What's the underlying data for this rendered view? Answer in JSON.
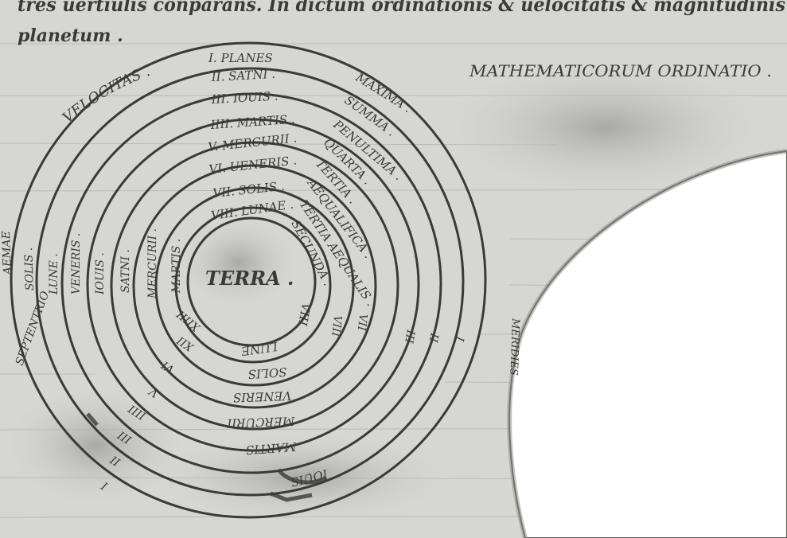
{
  "header": {
    "line1": "tres uertiulis conparans. In dictum ordinationis & uelocitatis & magnitudinis",
    "line2": "planetum ."
  },
  "right_title": "MATHEMATICORUM ORDINATIO .",
  "center_label": "TERRA .",
  "arc_velocitas": "VELOCITAS .",
  "ring_names": [
    "I. PLANES",
    "II. SATNI .",
    "III. IOUIS .",
    "IIII. MARTIS .",
    "V. MERCURII .",
    "VI. UENERIS .",
    "VII. SOLIS .",
    "VIII. LUNAE ."
  ],
  "ring_positions": [
    "MAXIMA .",
    "SUMMA .",
    "PENULTIMA .",
    "QUARTA .",
    "TERTIA .",
    "AEQUALIFICA .",
    "TERTIA AEQUALIS .",
    "SECUNDA ."
  ],
  "left_labels": [
    "AEMAE",
    "SOLIS .",
    "LUNE .",
    "VENERIS .",
    "IOUIS .",
    "SATNI .",
    "MERCURII .",
    "MARTIS ."
  ],
  "lower_labels": [
    "VIII",
    "LUNE",
    "SOLIS",
    "VENERIS",
    "MERCURII",
    "MARTIS",
    "IOUIS"
  ],
  "lower_left_numerals": [
    "XIIII",
    "XII",
    "VI",
    "V",
    "IIII",
    "III",
    "II",
    "I"
  ],
  "right_numerals": [
    "VIII",
    "VII",
    "III",
    "II",
    "I"
  ],
  "side_marks": [
    "SEPTENTRIO",
    "MERIDIES"
  ]
}
